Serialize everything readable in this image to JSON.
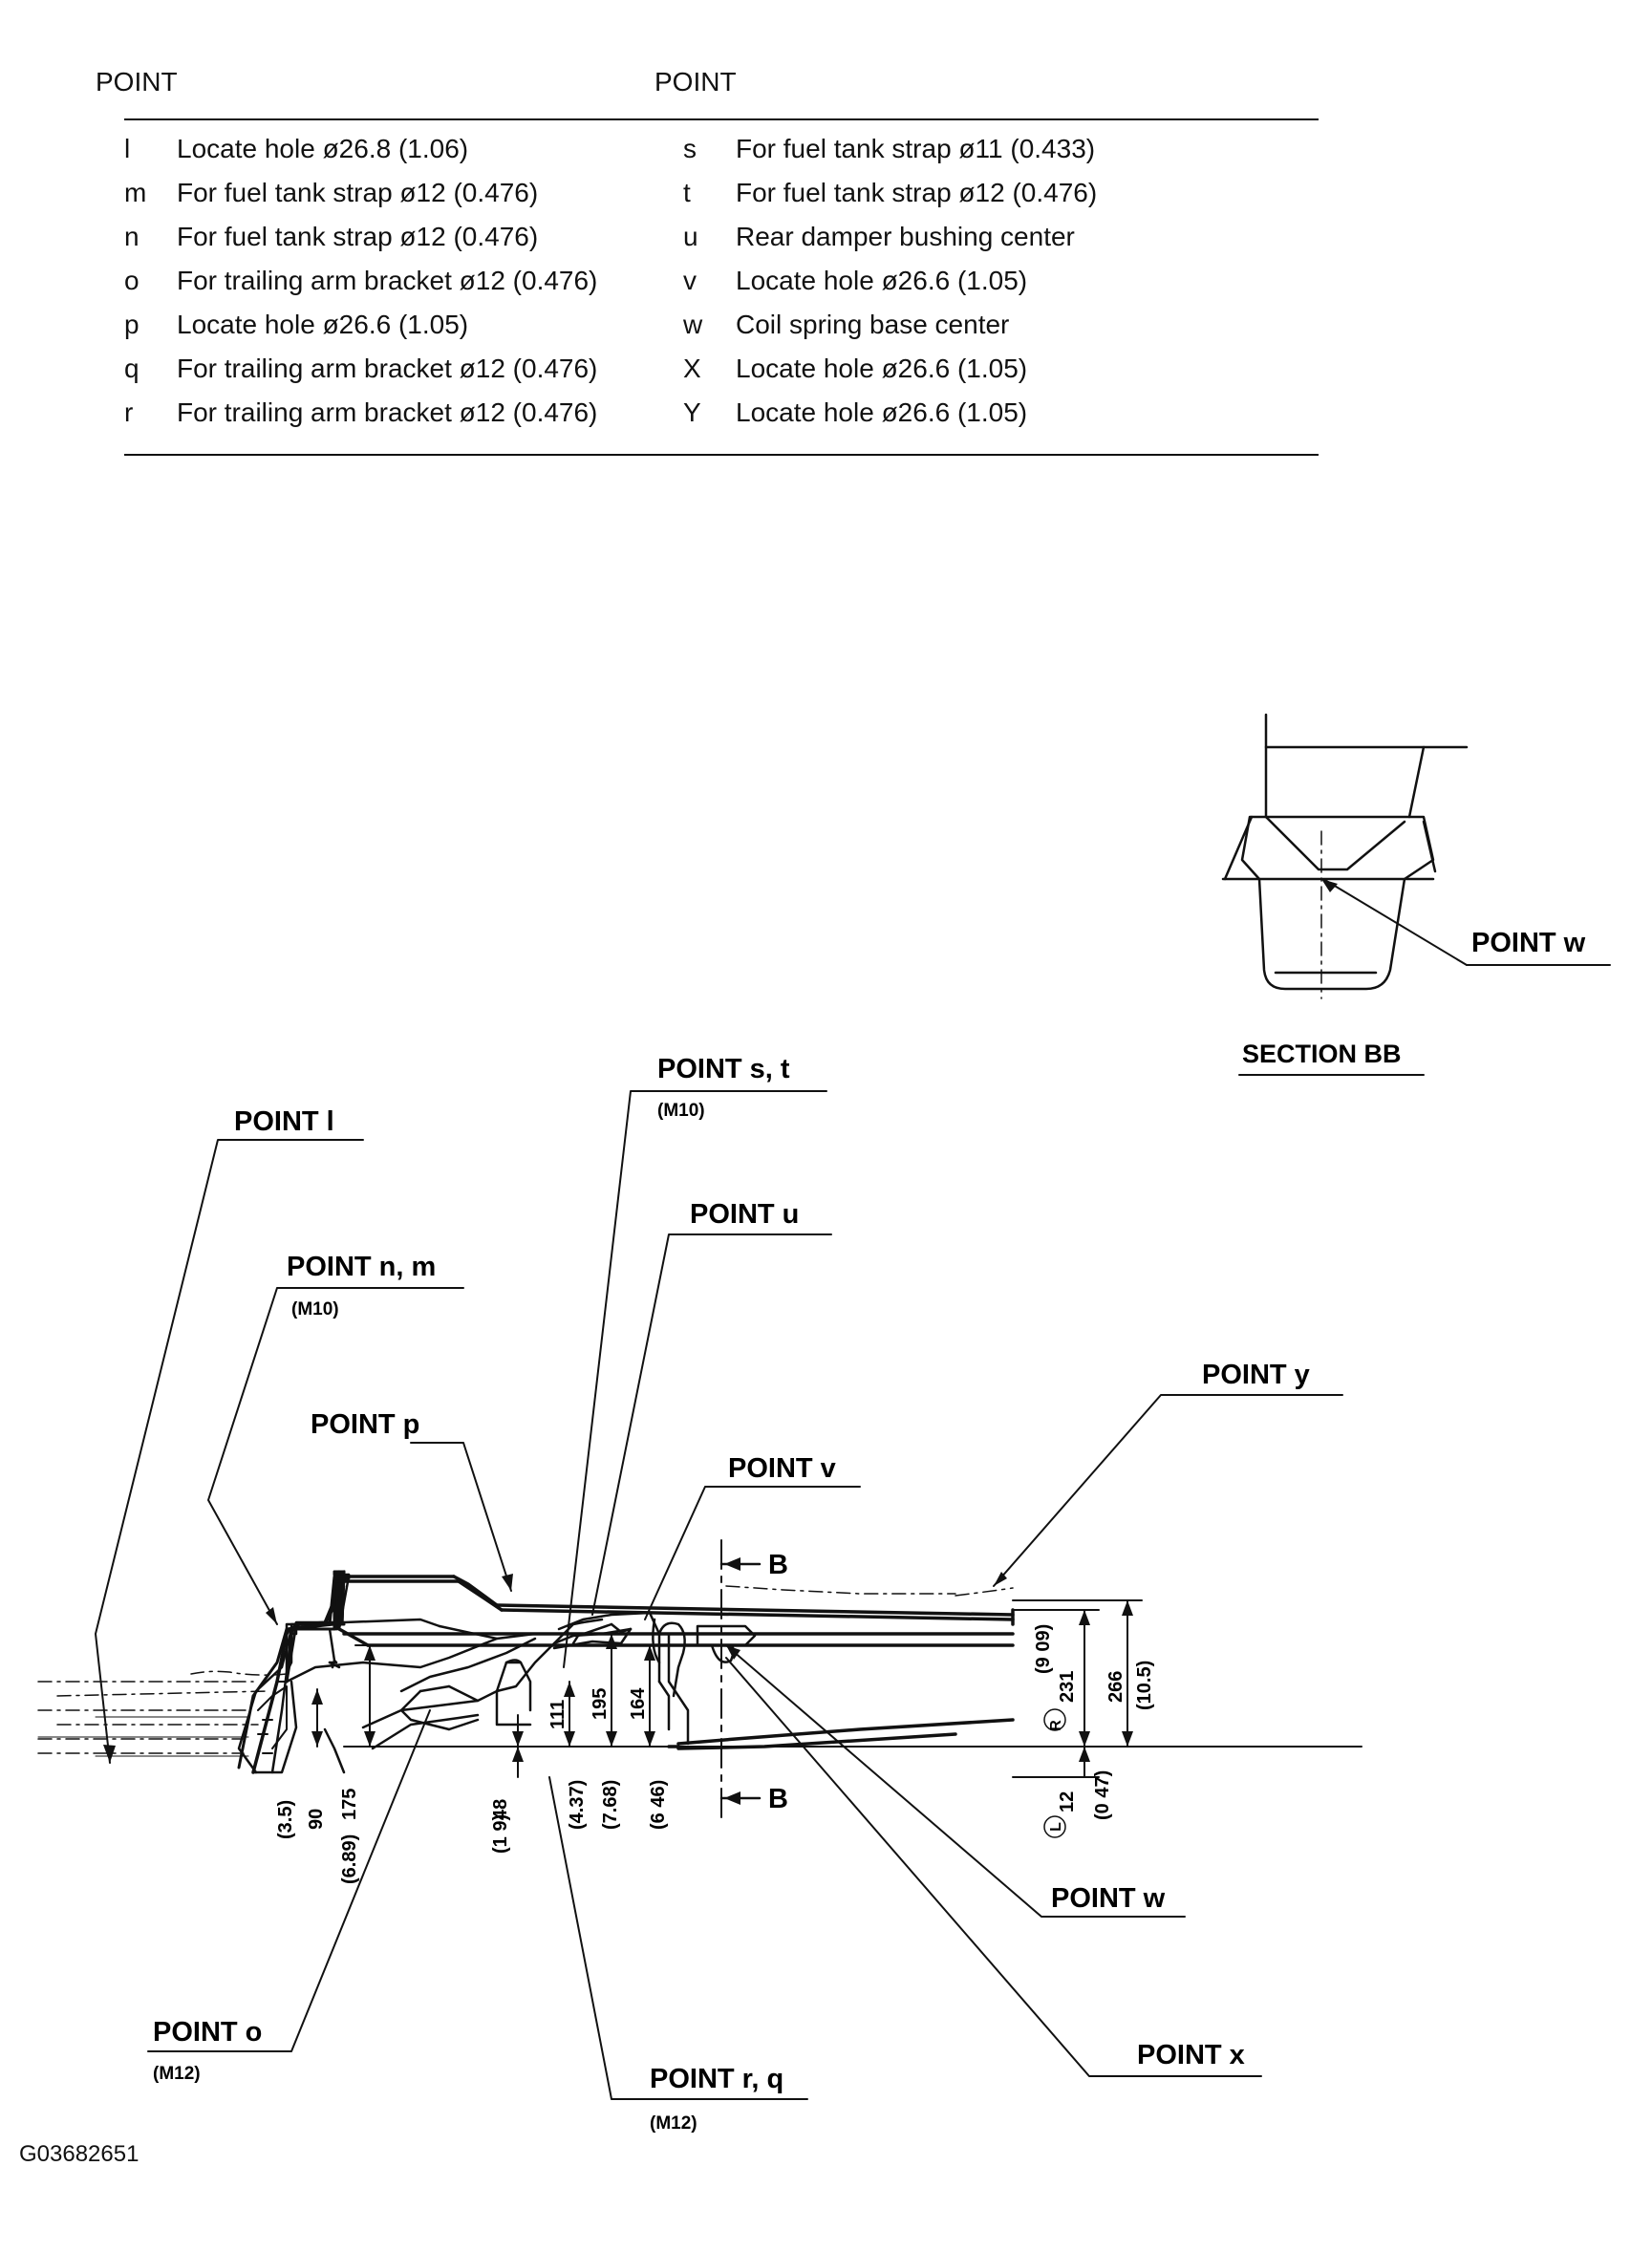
{
  "legend": {
    "header_left": "POINT",
    "header_right": "POINT",
    "left": [
      {
        "key": "l",
        "text": "Locate hole ø26.8 (1.06)"
      },
      {
        "key": "m",
        "text": "For fuel tank strap ø12 (0.476)"
      },
      {
        "key": "n",
        "text": "For fuel tank strap ø12 (0.476)"
      },
      {
        "key": "o",
        "text": "For trailing arm bracket ø12 (0.476)"
      },
      {
        "key": "p",
        "text": "Locate hole ø26.6 (1.05)"
      },
      {
        "key": "q",
        "text": "For trailing arm bracket ø12 (0.476)"
      },
      {
        "key": "r",
        "text": "For trailing arm bracket ø12 (0.476)"
      }
    ],
    "right": [
      {
        "key": "s",
        "text": "For fuel tank strap ø11 (0.433)"
      },
      {
        "key": "t",
        "text": "For fuel tank strap ø12 (0.476)"
      },
      {
        "key": "u",
        "text": "Rear damper bushing center"
      },
      {
        "key": "v",
        "text": "Locate hole ø26.6 (1.05)"
      },
      {
        "key": "w",
        "text": "Coil spring base center"
      },
      {
        "key": "X",
        "text": "Locate hole ø26.6 (1.05)"
      },
      {
        "key": "Y",
        "text": "Locate hole ø26.6 (1.05)"
      }
    ]
  },
  "diagram": {
    "section_title": "SECTION BB",
    "section_point": "POINT w",
    "callouts": {
      "point_l": "POINT l",
      "point_nm": "POINT n, m",
      "point_nm_sub": "(M10)",
      "point_p": "POINT p",
      "point_st": "POINT s, t",
      "point_st_sub": "(M10)",
      "point_u": "POINT u",
      "point_v": "POINT v",
      "point_y": "POINT y",
      "point_w": "POINT w",
      "point_x": "POINT x",
      "point_o": "POINT o",
      "point_o_sub": "(M12)",
      "point_rq": "POINT r, q",
      "point_rq_sub": "(M12)",
      "section_b_top": "B",
      "section_b_bottom": "B"
    },
    "dimensions": {
      "d90": "90",
      "d90_in": "(3.5)",
      "d175": "175",
      "d175_in": "(6.89)",
      "d48": "48",
      "d48_in": "(1 9)",
      "d111": "111",
      "d111_in": "(4.37)",
      "d195": "195",
      "d195_in": "(7.68)",
      "d164": "164",
      "d164_in": "(6 46)",
      "d231": "231",
      "d231_in": "(9 09)",
      "d231_mark": "R",
      "d266": "266",
      "d266_in": "(10.5)",
      "d12": "12",
      "d12_in": "(0 47)",
      "d12_mark": "L"
    }
  },
  "footer": {
    "code": "G03682651"
  }
}
